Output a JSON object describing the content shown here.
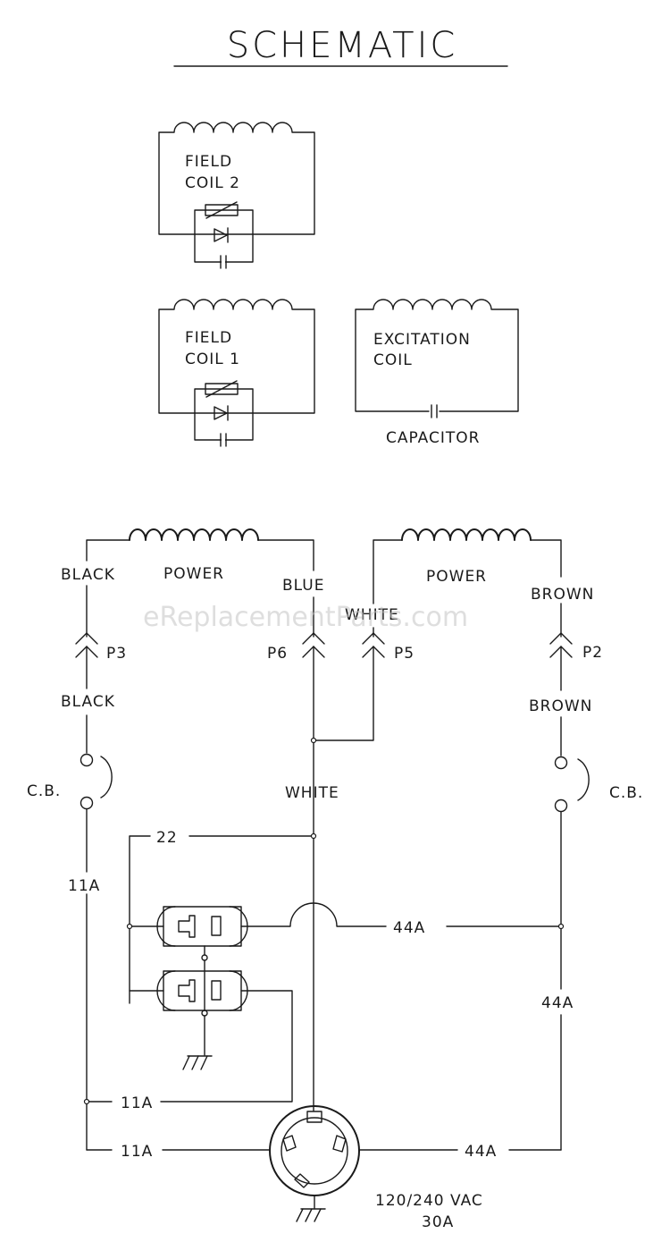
{
  "title": "SCHEMATIC",
  "watermark": "eReplacementParts.com",
  "labels": {
    "field_coil_2_l1": "FIELD",
    "field_coil_2_l2": "COIL 2",
    "field_coil_1_l1": "FIELD",
    "field_coil_1_l2": "COIL 1",
    "excitation_l1": "EXCITATION",
    "excitation_l2": "COIL",
    "capacitor": "CAPACITOR",
    "black_top": "BLACK",
    "power_left": "POWER",
    "blue": "BLUE",
    "white_top": "WHITE",
    "power_right": "POWER",
    "brown_top": "BROWN",
    "p3": "P3",
    "p6": "P6",
    "p5": "P5",
    "p2": "P2",
    "black_bottom": "BLACK",
    "brown_bottom": "BROWN",
    "cb_left": "C.B.",
    "cb_right": "C.B.",
    "white_mid": "WHITE",
    "wire_22": "22",
    "wire_11a_left": "11A",
    "wire_44a_h": "44A",
    "wire_44a_v": "44A",
    "wire_11a_low1": "11A",
    "wire_11a_low2": "11A",
    "wire_44a_low": "44A",
    "voltage": "120/240 VAC",
    "amperage": "30A"
  }
}
